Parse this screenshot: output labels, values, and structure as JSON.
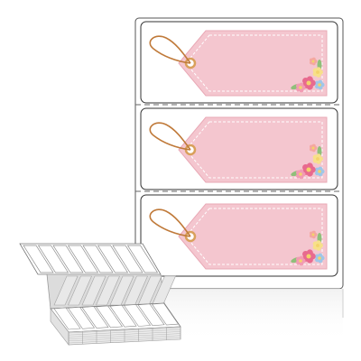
{
  "scene": {
    "subject": "fanfold-hang-tag-labels",
    "label_sheet": {
      "visible_labels": 3,
      "labels": [
        {
          "name": "tag-label-1",
          "motif": "pink-hang-tag-with-flowers"
        },
        {
          "name": "tag-label-2",
          "motif": "pink-hang-tag-with-flowers"
        },
        {
          "name": "tag-label-3",
          "motif": "pink-hang-tag-with-flowers"
        }
      ]
    },
    "fanfold_stack": {
      "visible_label_columns": 8
    }
  },
  "colors": {
    "background": "#ffffff",
    "sheet_outline": "#555555",
    "label_outline": "#333333",
    "perforation": "#666666",
    "tag_fill": "#f4c6cf",
    "tag_stitch": "#ffffff",
    "tag_border": "#e9a9b6",
    "string": "#c07a3a",
    "grommet": "#d9a05b",
    "flower_pink": "#e86a8e",
    "flower_yellow": "#f7e08a",
    "flower_blue": "#9fc6e8",
    "leaf": "#8fbf7a",
    "stack_fill": "#dcdcdc",
    "stack_edge": "#9a9a9a"
  }
}
